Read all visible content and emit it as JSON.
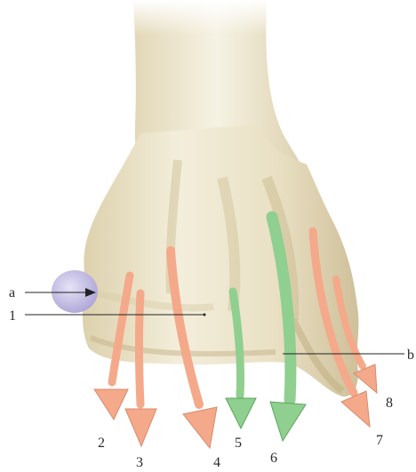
{
  "labels": {
    "a": "a",
    "b": "b",
    "n1": "1",
    "n2": "2",
    "n3": "3",
    "n4": "4",
    "n5": "5",
    "n6": "6",
    "n7": "7",
    "n8": "8"
  },
  "colors": {
    "bone_light": "#f1ebd7",
    "bone_mid": "#e3d8b8",
    "bone_shadow": "#c8b98f",
    "arrow_orange": "#f4a98a",
    "arrow_orange_edge": "#d98a6c",
    "arrow_green": "#8fcf8f",
    "arrow_green_edge": "#5aa65a",
    "cartilage": "#c9c3e6",
    "leader": "#222222"
  }
}
